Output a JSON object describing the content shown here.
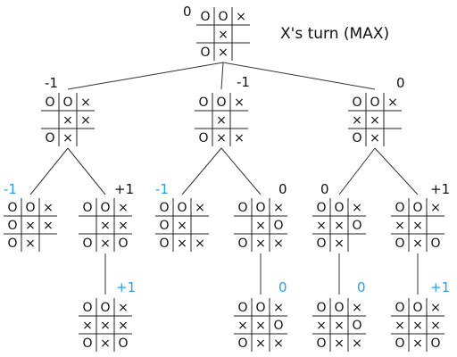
{
  "title": "X's turn (MAX)",
  "colors": {
    "positive_label": "#111111",
    "minimax_blue": "#2a9df4",
    "lines": "#333333"
  },
  "nodes": [
    {
      "id": "root",
      "board": [
        "O",
        "O",
        "X",
        "",
        "X",
        "",
        "O",
        "X",
        ""
      ],
      "score": "0",
      "score_color": "black"
    },
    {
      "id": "a",
      "board": [
        "O",
        "O",
        "X",
        "",
        "X",
        "X",
        "O",
        "X",
        ""
      ],
      "score": "-1",
      "score_color": "black"
    },
    {
      "id": "b",
      "board": [
        "O",
        "O",
        "X",
        "",
        "X",
        "",
        "O",
        "X",
        "X"
      ],
      "score": "-1",
      "score_color": "black"
    },
    {
      "id": "c",
      "board": [
        "O",
        "O",
        "X",
        "X",
        "X",
        "",
        "O",
        "X",
        ""
      ],
      "score": "0",
      "score_color": "black"
    },
    {
      "id": "a1",
      "board": [
        "O",
        "O",
        "X",
        "O",
        "X",
        "X",
        "O",
        "X",
        ""
      ],
      "score": "-1",
      "score_color": "blue"
    },
    {
      "id": "a2",
      "board": [
        "O",
        "O",
        "X",
        "",
        "X",
        "X",
        "O",
        "X",
        "O"
      ],
      "score": "+1",
      "score_color": "black"
    },
    {
      "id": "b1",
      "board": [
        "O",
        "O",
        "X",
        "O",
        "X",
        "",
        "O",
        "X",
        "X"
      ],
      "score": "-1",
      "score_color": "blue"
    },
    {
      "id": "b2",
      "board": [
        "O",
        "O",
        "X",
        "",
        "X",
        "O",
        "O",
        "X",
        "X"
      ],
      "score": "0",
      "score_color": "black"
    },
    {
      "id": "c1",
      "board": [
        "O",
        "O",
        "X",
        "X",
        "X",
        "O",
        "O",
        "X",
        ""
      ],
      "score": "0",
      "score_color": "black"
    },
    {
      "id": "c2",
      "board": [
        "O",
        "O",
        "X",
        "X",
        "X",
        "",
        "O",
        "X",
        "O"
      ],
      "score": "+1",
      "score_color": "black"
    },
    {
      "id": "a2x",
      "board": [
        "O",
        "O",
        "X",
        "X",
        "X",
        "X",
        "O",
        "X",
        "O"
      ],
      "score": "+1",
      "score_color": "blue"
    },
    {
      "id": "b2x",
      "board": [
        "O",
        "O",
        "X",
        "X",
        "X",
        "O",
        "O",
        "X",
        "X"
      ],
      "score": "0",
      "score_color": "blue"
    },
    {
      "id": "c1x",
      "board": [
        "O",
        "O",
        "X",
        "X",
        "X",
        "O",
        "O",
        "X",
        "X"
      ],
      "score": "0",
      "score_color": "blue"
    },
    {
      "id": "c2x",
      "board": [
        "O",
        "O",
        "X",
        "X",
        "X",
        "X",
        "O",
        "X",
        "O"
      ],
      "score": "+1",
      "score_color": "blue"
    }
  ],
  "edges": [
    [
      "root",
      "a"
    ],
    [
      "root",
      "b"
    ],
    [
      "root",
      "c"
    ],
    [
      "a",
      "a1"
    ],
    [
      "a",
      "a2"
    ],
    [
      "b",
      "b1"
    ],
    [
      "b",
      "b2"
    ],
    [
      "c",
      "c1"
    ],
    [
      "c",
      "c2"
    ],
    [
      "a2",
      "a2x"
    ],
    [
      "b2",
      "b2x"
    ],
    [
      "c1",
      "c1x"
    ],
    [
      "c2",
      "c2x"
    ]
  ]
}
